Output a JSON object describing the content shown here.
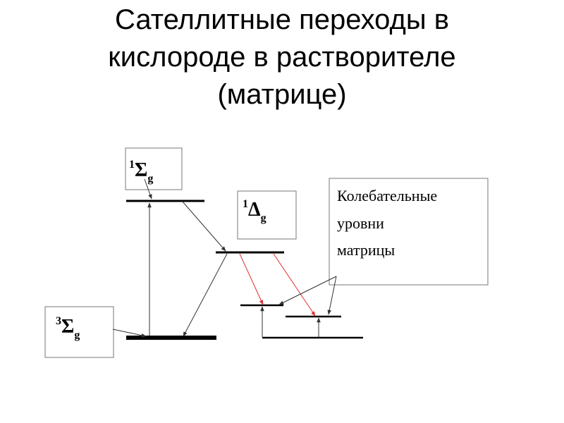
{
  "title": {
    "line1": "Сателлитные переходы в",
    "line2": "кислороде в растворителе",
    "line3": "(матрице)"
  },
  "states": {
    "singlet_sigma": {
      "multiplicity": "1",
      "symbol": "Σ",
      "subscript": "g"
    },
    "singlet_delta": {
      "multiplicity": "1",
      "symbol": "Δ",
      "subscript": "g"
    },
    "triplet_sigma": {
      "multiplicity": "3",
      "symbol": "Σ",
      "subscript": "g"
    }
  },
  "note": {
    "line1": "Колебательные",
    "line2": "уровни",
    "line3": "матрицы"
  },
  "colors": {
    "line": "#000000",
    "arrow": "#333333",
    "satellite": "#e03030",
    "box": "#777777"
  }
}
